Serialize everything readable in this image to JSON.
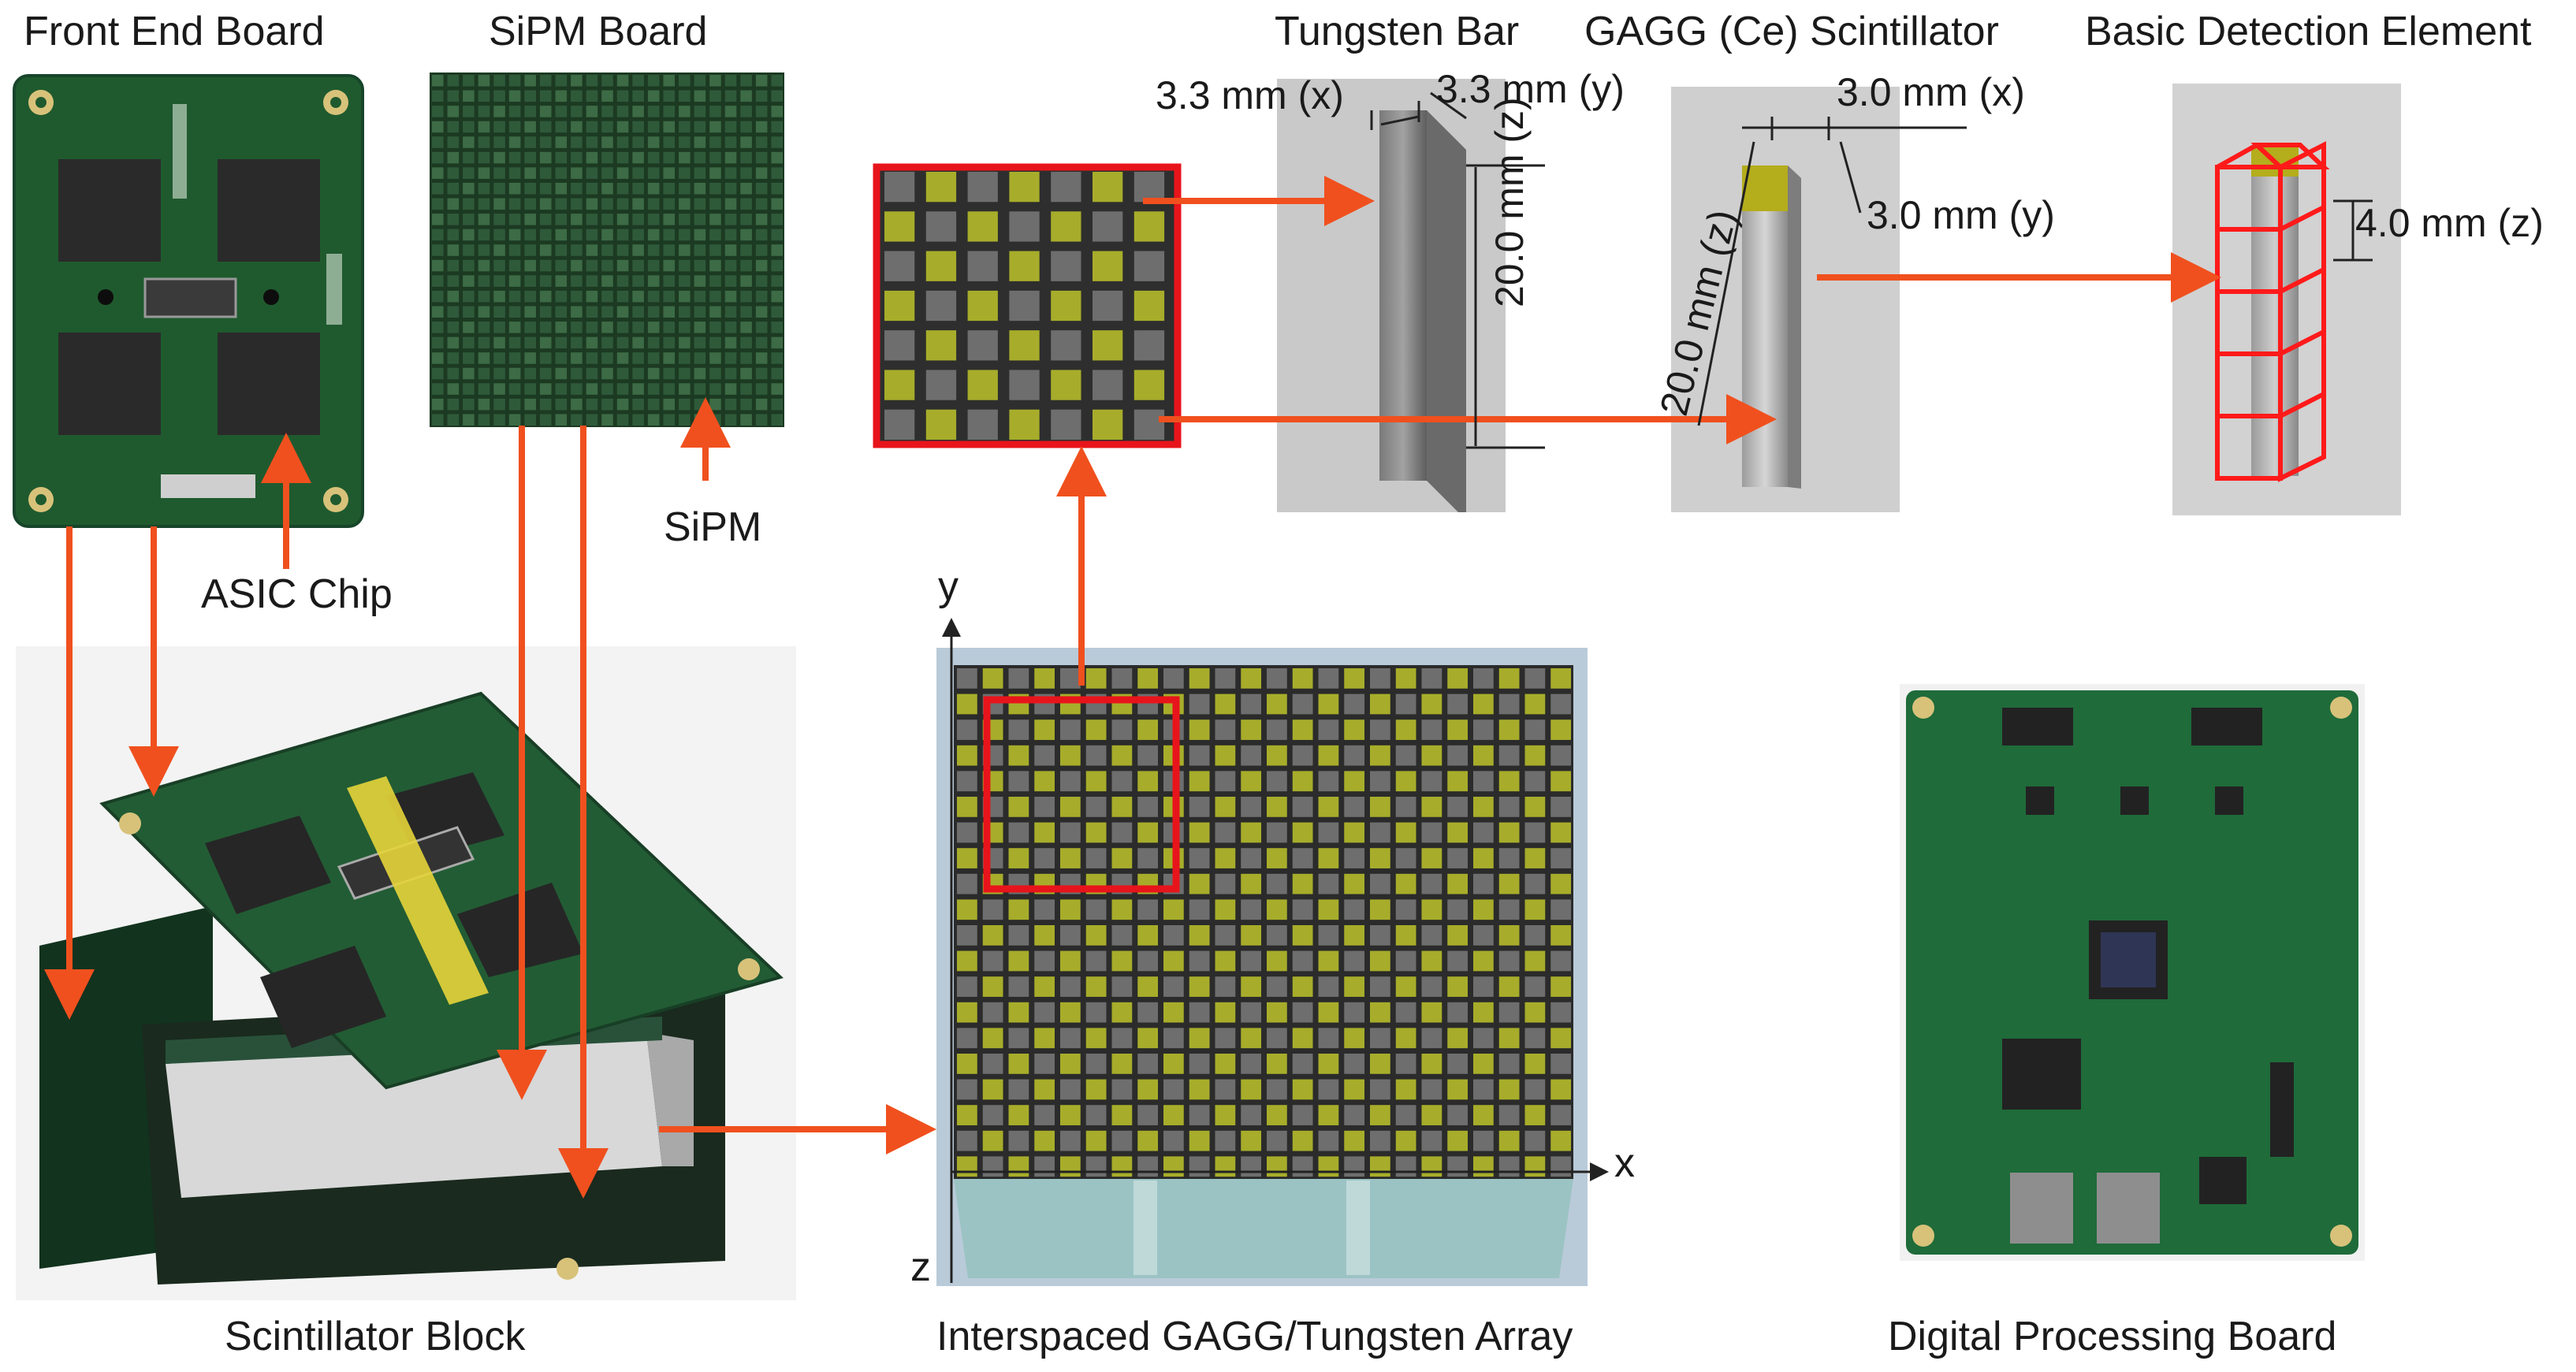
{
  "labels": {
    "front_end_board": "Front End Board",
    "sipm_board": "SiPM Board",
    "tungsten_bar": "Tungsten Bar",
    "gagg_scintillator": "GAGG (Ce) Scintillator",
    "basic_detection_element": "Basic Detection Element",
    "asic_chip": "ASIC Chip",
    "sipm": "SiPM",
    "scintillator_block": "Scintillator Block",
    "interspaced_array": "Interspaced GAGG/Tungsten Array",
    "digital_processing_board": "Digital Processing Board"
  },
  "dimensions": {
    "tungsten_x": "3.3 mm (x)",
    "tungsten_y": "3.3 mm (y)",
    "tungsten_z": "20.0 mm (z)",
    "gagg_x": "3.0 mm (x)",
    "gagg_y": "3.0 mm (y)",
    "gagg_z": "20.0 mm (z)",
    "element_z": "4.0 mm (z)"
  },
  "axes": {
    "x": "x",
    "y": "y",
    "z": "z"
  },
  "colors": {
    "arrow": "#f0501e",
    "highlight": "#e8141b",
    "pcb_green": "#1f5a2e",
    "gagg_yellow": "#a7ad2a",
    "tungsten_gray": "#6e6e6e"
  }
}
